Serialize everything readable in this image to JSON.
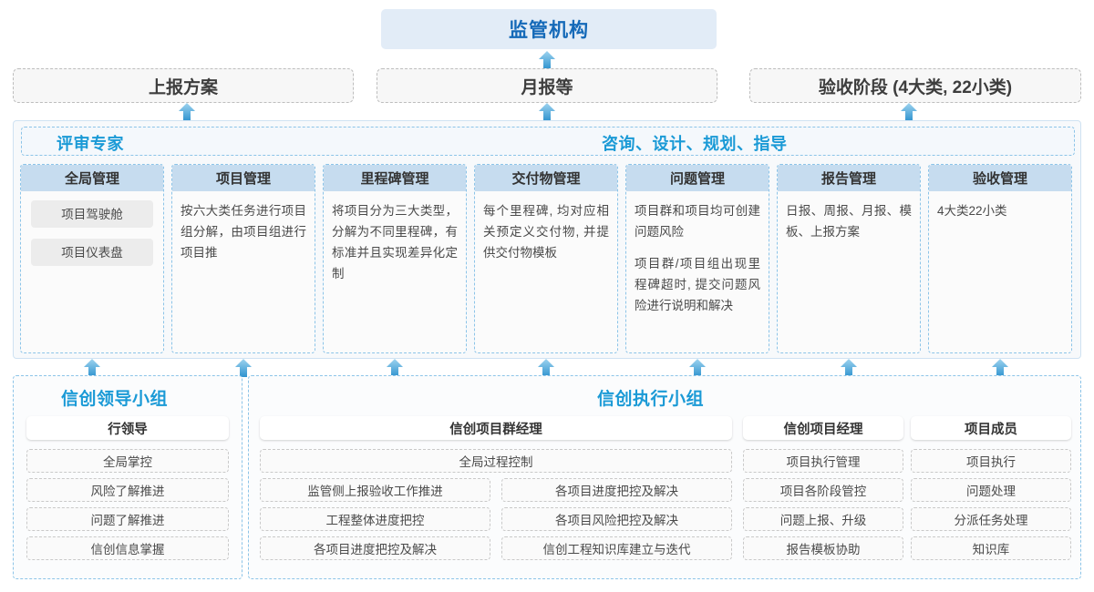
{
  "top": {
    "regulator": "监管机构",
    "reports": [
      {
        "label": "上报方案"
      },
      {
        "label": "月报等"
      },
      {
        "label": "验收阶段 (4大类, 22小类)"
      }
    ]
  },
  "middle": {
    "banner_left": "评审专家",
    "banner_right": "咨询、设计、规划、指导",
    "columns": [
      {
        "title": "全局管理",
        "chips": [
          "项目驾驶舱",
          "项目仪表盘"
        ],
        "paragraphs": []
      },
      {
        "title": "项目管理",
        "chips": [],
        "paragraphs": [
          "按六大类任务进行项目组分解，由项目组进行项目推"
        ]
      },
      {
        "title": "里程碑管理",
        "chips": [],
        "paragraphs": [
          "将项目分为三大类型，分解为不同里程碑，有标准并且实现差异化定制"
        ]
      },
      {
        "title": "交付物管理",
        "chips": [],
        "paragraphs": [
          "每个里程碑, 均对应相关预定义交付物, 并提供交付物模板"
        ]
      },
      {
        "title": "问题管理",
        "chips": [],
        "paragraphs": [
          "项目群和项目均可创建问题风险",
          "项目群/项目组出现里程碑超时, 提交问题风险进行说明和解决"
        ]
      },
      {
        "title": "报告管理",
        "chips": [],
        "paragraphs": [
          "日报、周报、月报、模板、上报方案"
        ]
      },
      {
        "title": "验收管理",
        "chips": [],
        "paragraphs": [
          "4大类22小类"
        ]
      }
    ]
  },
  "bottom": {
    "left_group": {
      "title": "信创领导小组",
      "role": "行领导",
      "items": [
        "全局掌控",
        "风险了解推进",
        "问题了解推进",
        "信创信息掌握"
      ]
    },
    "right_group": {
      "title": "信创执行小组",
      "pm_group": {
        "role": "信创项目群经理",
        "wide_item": "全局过程控制",
        "col_left": [
          "监管侧上报验收工作推进",
          "工程整体进度把控",
          "各项目进度把控及解决"
        ],
        "col_right": [
          "各项目进度把控及解决",
          "各项目风险把控及解决",
          "信创工程知识库建立与迭代"
        ]
      },
      "pm": {
        "role": "信创项目经理",
        "items": [
          "项目执行管理",
          "项目各阶段管控",
          "问题上报、升级",
          "报告模板协助"
        ]
      },
      "member": {
        "role": "项目成员",
        "items": [
          "项目执行",
          "问题处理",
          "分派任务处理",
          "知识库"
        ]
      }
    }
  },
  "arrows": {
    "icon": "arrow-up-icon",
    "color_top": "#7cc4ea",
    "color_bottom": "#2f93cf"
  }
}
